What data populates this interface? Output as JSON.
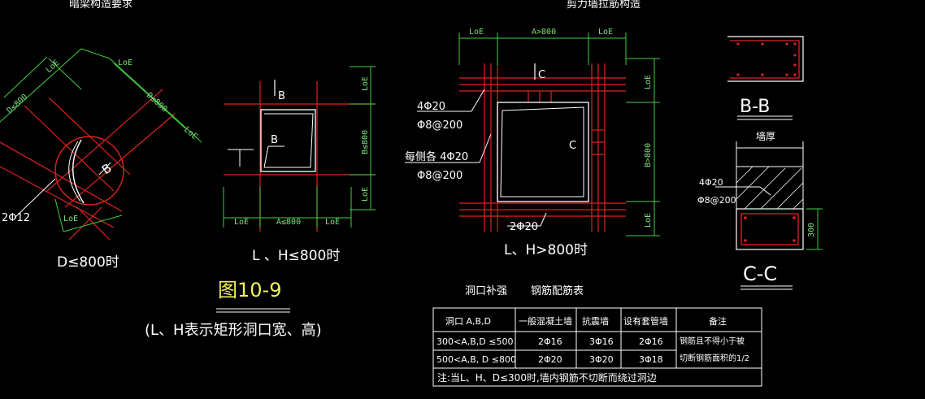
{
  "colors": {
    "bg": "#000000",
    "rebar": "#e02222",
    "dim": "#3fd13f",
    "text": "#ffffff",
    "title": "#f2f25a"
  },
  "top_titles": {
    "left": "暗梁构造要求",
    "right": "剪力墙拉筋构造"
  },
  "circle": {
    "dims": [
      "LoE",
      "LoE",
      "D≤800",
      "D≤800",
      "LoE",
      "LoE"
    ],
    "cut_label": "B",
    "bar_label": "2Φ12",
    "caption": "D≤800时"
  },
  "rect_small": {
    "section_mark": "B",
    "inner_label": "B",
    "top_dims": [
      "LoE",
      "A≤800",
      "LoE"
    ],
    "side_dims": [
      "LoE",
      "B≤800",
      "LoE"
    ],
    "caption": "L 、H≤800时"
  },
  "figure": {
    "number": "图10-9",
    "note": "(L、H表示矩形洞口宽、高)"
  },
  "rect_large": {
    "top_dims": [
      "LoE",
      "A>800",
      "LoE"
    ],
    "side_dims": [
      "LoE",
      "B>800",
      "LoE"
    ],
    "section_mark": "C",
    "inner_label": "C",
    "bar1": "4Φ20",
    "tie1": "Φ8@200",
    "bar2": "每侧各 4Φ20",
    "tie2": "Φ8@200",
    "bottom_bar": "2Φ20",
    "caption": "L、H>800时"
  },
  "section_bb": {
    "label": "B-B"
  },
  "section_cc": {
    "wall_label": "墙厚",
    "bar": "4Φ20",
    "tie": "Φ8@200",
    "dim": "300",
    "label": "C-C"
  },
  "table": {
    "title_left": "洞口补强",
    "title_right": "钢筋配筋表",
    "headers": [
      "洞口 A,B,D",
      "一般混凝土墙",
      "抗震墙",
      "设有套管墙",
      "备注"
    ],
    "rows": [
      [
        "300<A,B,D ≤500",
        "2Φ16",
        "3Φ16",
        "2Φ16"
      ],
      [
        "500<A,B, D ≤800",
        "2Φ20",
        "3Φ20",
        "3Φ18"
      ]
    ],
    "remark": [
      "钢筋且不得小于被",
      "切断钢筋面积的1/2"
    ],
    "note": "注:当L、H、D≤300时,墙内钢筋不切断而绕过洞边"
  }
}
